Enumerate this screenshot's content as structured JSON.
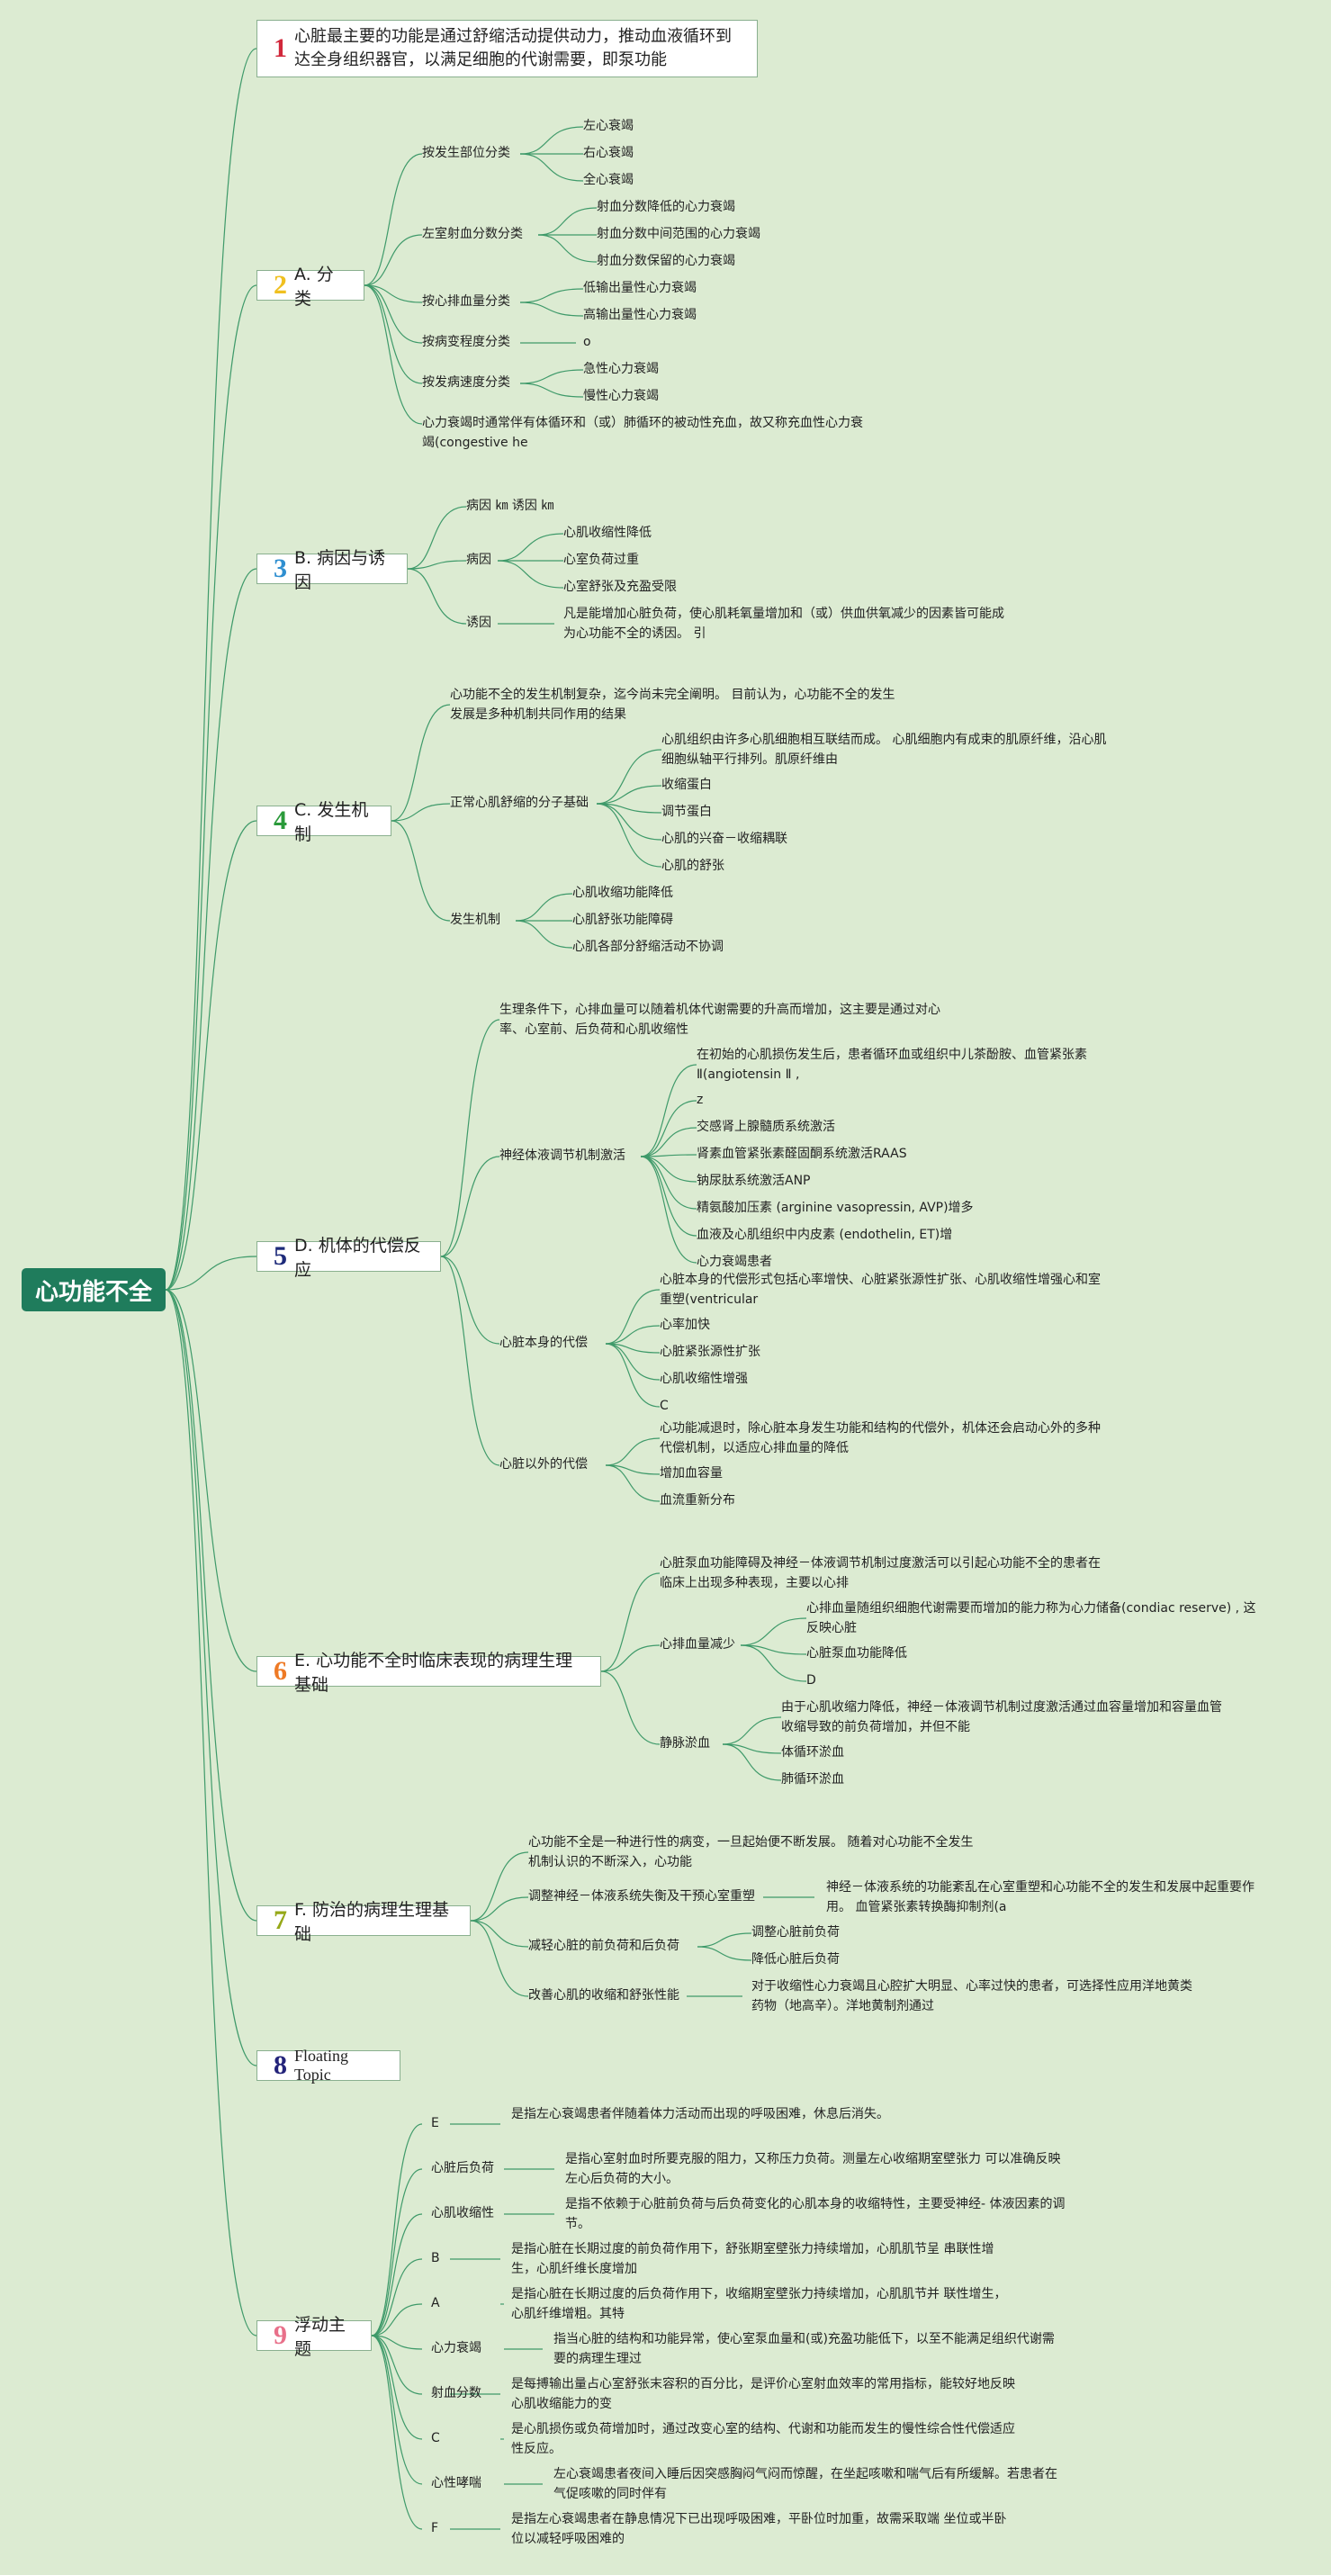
{
  "root": "心功能不全",
  "topics": [
    {
      "num": "1",
      "color": "#d1283b",
      "label": "心脏最主要的功能是通过舒缩活动提供动力，推动血液循环到达全身组织器官，以满足细胞的代谢需要，即泵功能"
    },
    {
      "num": "2",
      "color": "#f0c020",
      "label": "A. 分 类"
    },
    {
      "num": "3",
      "color": "#2f8fd0",
      "label": "B. 病因与诱因"
    },
    {
      "num": "4",
      "color": "#2a9a3a",
      "label": "C. 发生机制"
    },
    {
      "num": "5",
      "color": "#1d2a7a",
      "label": "D. 机体的代偿反应"
    },
    {
      "num": "6",
      "color": "#ee7a25",
      "label": "E. 心功能不全时临床表现的病理生理基础"
    },
    {
      "num": "7",
      "color": "#96a818",
      "label": "F. 防治的病理生理基础"
    },
    {
      "num": "8",
      "color": "#23237a",
      "label": "Floating Topic"
    },
    {
      "num": "9",
      "color": "#e8708a",
      "label": "浮动主题"
    }
  ],
  "a": {
    "g1": "按发生部位分类",
    "g1_items": [
      "左心衰竭",
      "右心衰竭",
      "全心衰竭"
    ],
    "g2": "左室射血分数分类",
    "g2_items": [
      "射血分数降低的心力衰竭",
      "射血分数中间范围的心力衰竭",
      "射血分数保留的心力衰竭"
    ],
    "g3": "按心排血量分类",
    "g3_items": [
      "低输出量性心力衰竭",
      "高输出量性心力衰竭"
    ],
    "g4": "按病变程度分类",
    "g4_item": "o",
    "g5": "按发病速度分类",
    "g5_items": [
      "急性心力衰竭",
      "慢性心力衰竭"
    ],
    "note": "心力衰竭时通常伴有体循环和（或）肺循环的被动性充血，故又称充血性心力衰竭(congestive he"
  },
  "b": {
    "g1": "病因 ㎞ 诱因 ㎞",
    "g2": "病因",
    "g2_items": [
      "心肌收缩性降低",
      "心室负荷过重",
      "心室舒张及充盈受限"
    ],
    "g3": "诱因",
    "g3_item": "凡是能增加心脏负荷，使心肌耗氧量增加和（或）供血供氧减少的因素皆可能成为心功能不全的诱因。 引"
  },
  "c": {
    "note": "心功能不全的发生机制复杂，迄今尚未完全阐明。 目前认为，心功能不全的发生发展是多种机制共同作用的结果",
    "g1": "正常心肌舒缩的分子基础",
    "g1_items": [
      "心肌组织由许多心肌细胞相互联结而成。 心肌细胞内有成束的肌原纤维，沿心肌细胞纵轴平行排列。肌原纤维由",
      "收缩蛋白",
      "调节蛋白",
      "心肌的兴奋－收缩耦联",
      "心肌的舒张"
    ],
    "g2": "发生机制",
    "g2_items": [
      "心肌收缩功能降低",
      "心肌舒张功能障碍",
      "心肌各部分舒缩活动不协调"
    ]
  },
  "d": {
    "note": "生理条件下，心排血量可以随着机体代谢需要的升高而增加，这主要是通过对心率、心室前、后负荷和心肌收缩性",
    "g1": "神经体液调节机制激活",
    "g1_items": [
      "在初始的心肌损伤发生后，患者循环血或组织中儿茶酚胺、血管紧张素Ⅱ(angiotensin Ⅱ ,",
      "z",
      "交感肾上腺髓质系统激活",
      "肾素血管紧张素醛固酮系统激活RAAS",
      "钠尿肽系统激活ANP",
      "精氨酸加压素 (arginine vasopressin, AVP)增多",
      "血液及心肌组织中内皮素 (endothelin, ET)增",
      "心力衰竭患者"
    ],
    "g2": "心脏本身的代偿",
    "g2_items": [
      "心脏本身的代偿形式包括心率增快、心脏紧张源性扩张、心肌收缩性增强心和室重塑(ventricular",
      "心率加快",
      "心脏紧张源性扩张",
      "心肌收缩性增强",
      "C"
    ],
    "g3": "心脏以外的代偿",
    "g3_items": [
      "心功能减退时，除心脏本身发生功能和结构的代偿外，机体还会启动心外的多种代偿机制，以适应心排血量的降低",
      "增加血容量",
      "血流重新分布"
    ]
  },
  "e": {
    "note": "心脏泵血功能障碍及神经－体液调节机制过度激活可以引起心功能不全的患者在临床上出现多种表现，主要以心排",
    "g1": "心排血量减少",
    "g1_items": [
      "心排血量随组织细胞代谢需要而增加的能力称为心力储备(condiac reserve) , 这反映心脏",
      "心脏泵血功能降低",
      "D"
    ],
    "g2": "静脉淤血",
    "g2_items": [
      "由于心肌收缩力降低，神经－体液调节机制过度激活通过血容量增加和容量血管收缩导致的前负荷增加，并但不能",
      "体循环淤血",
      "肺循环淤血"
    ]
  },
  "f": {
    "note": "心功能不全是一种进行性的病变，一旦起始便不断发展。 随着对心功能不全发生机制认识的不断深入，心功能",
    "g1": "调整神经－体液系统失衡及干预心室重塑",
    "g1_item": "神经－体液系统的功能紊乱在心室重塑和心功能不全的发生和发展中起重要作用。 血管紧张素转换酶抑制剂(a",
    "g2": "减轻心脏的前负荷和后负荷",
    "g2_items": [
      "调整心脏前负荷",
      "降低心脏后负荷"
    ],
    "g3": "改善心肌的收缩和舒张性能",
    "g3_item": "对于收缩性心力衰竭且心腔扩大明显、心率过快的患者，可选择性应用洋地黄类药物（地高辛）。洋地黄制剂通过"
  },
  "g": [
    {
      "k": "E",
      "v": "是指左心衰竭患者伴随着体力活动而出现的呼吸困难，休息后消失。"
    },
    {
      "k": "心脏后负荷",
      "v": "是指心室射血时所要克服的阻力，又称压力负荷。测量左心收缩期室壁张力 可以准确反映左心后负荷的大小。"
    },
    {
      "k": "心肌收缩性",
      "v": "是指不依赖于心脏前负荷与后负荷变化的心肌本身的收缩特性，主要受神经- 体液因素的调节。"
    },
    {
      "k": "B",
      "v": "是指心脏在长期过度的前负荷作用下，舒张期室壁张力持续增加，心肌肌节呈 串联性增生，心肌纤维长度增加"
    },
    {
      "k": "A",
      "v": "是指心脏在长期过度的后负荷作用下，收缩期室壁张力持续增加，心肌肌节并 联性增生，心肌纤维增粗。其特"
    },
    {
      "k": "心力衰竭",
      "v": "指当心脏的结构和功能异常，使心室泵血量和(或)充盈功能低下，以至不能满足组织代谢需要的病理生理过"
    },
    {
      "k": "射血分数",
      "v": "是每搏输出量占心室舒张末容积的百分比，是评价心室射血效率的常用指标，能较好地反映心肌收缩能力的变"
    },
    {
      "k": "C",
      "v": "是心肌损伤或负荷增加时，通过改变心室的结构、代谢和功能而发生的慢性综合性代偿适应性反应。"
    },
    {
      "k": "心性哮喘",
      "v": "左心衰竭患者夜间入睡后因突感胸闷气闷而惊醒，在坐起咳嗽和喘气后有所缓解。若患者在气促咳嗽的同时伴有"
    },
    {
      "k": "F",
      "v": "是指左心衰竭患者在静息情况下已出现呼吸困难，平卧位时加重，故需采取端 坐位或半卧位以减轻呼吸困难的"
    }
  ]
}
